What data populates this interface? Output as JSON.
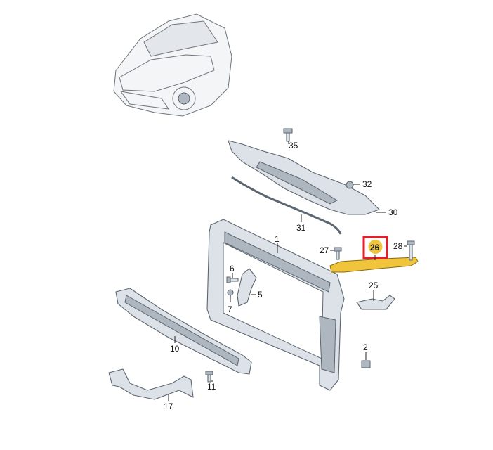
{
  "diagram": {
    "highlighted_part": "26",
    "colors": {
      "highlight": "#f0c53c",
      "highlight_box": "#e3202a",
      "part_fill": "#dde2e8"
    },
    "labels": {
      "p35": "35",
      "p32": "32",
      "p30": "30",
      "p31": "31",
      "p1": "1",
      "p26": "26",
      "p27": "27",
      "p28": "28",
      "p6": "6",
      "p5": "5",
      "p7": "7",
      "p25": "25",
      "p10": "10",
      "p2": "2",
      "p11": "11",
      "p17": "17"
    }
  }
}
